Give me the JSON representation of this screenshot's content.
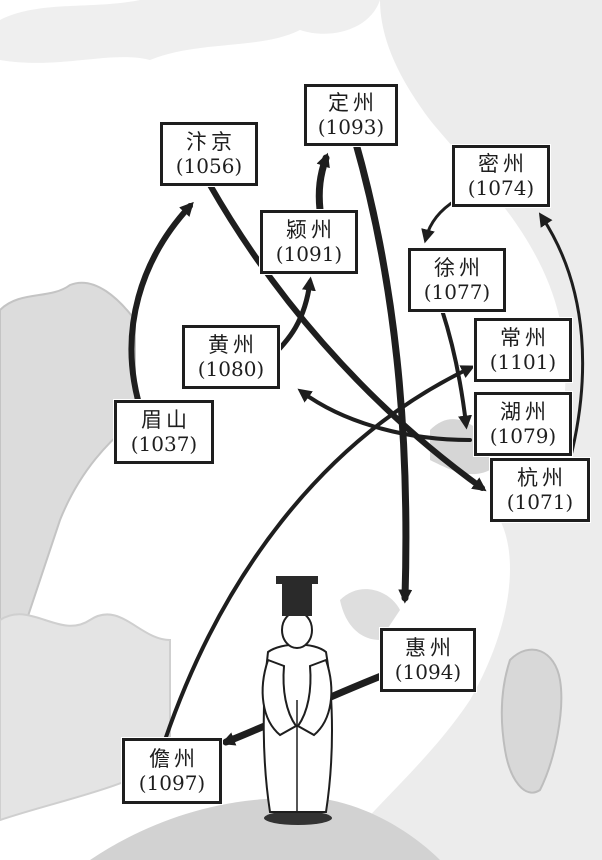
{
  "colors": {
    "ink": "#1e1e1e",
    "mountain": "#d9d9d9",
    "mountain_edge": "#b8b8b8",
    "sea": "#ececec"
  },
  "places": {
    "meishan": {
      "name": "眉山",
      "year": "(1037)"
    },
    "bianjing": {
      "name": "汴京",
      "year": "(1056)"
    },
    "hangzhou": {
      "name": "杭州",
      "year": "(1071)"
    },
    "mizhou": {
      "name": "密州",
      "year": "(1074)"
    },
    "xuzhou": {
      "name": "徐州",
      "year": "(1077)"
    },
    "huzhou": {
      "name": "湖州",
      "year": "(1079)"
    },
    "huangzhou": {
      "name": "黄州",
      "year": "(1080)"
    },
    "yingzhou": {
      "name": "颍州",
      "year": "(1091)"
    },
    "dingzhou": {
      "name": "定州",
      "year": "(1093)"
    },
    "huizhou": {
      "name": "惠州",
      "year": "(1094)"
    },
    "danzhou": {
      "name": "儋州",
      "year": "(1097)"
    },
    "changzhou": {
      "name": "常州",
      "year": "(1101)"
    }
  },
  "route": [
    "meishan",
    "bianjing",
    "hangzhou",
    "mizhou",
    "xuzhou",
    "huzhou",
    "huangzhou",
    "yingzhou",
    "dingzhou",
    "huizhou",
    "danzhou",
    "changzhou"
  ],
  "figure_icon": "scholar-figure"
}
